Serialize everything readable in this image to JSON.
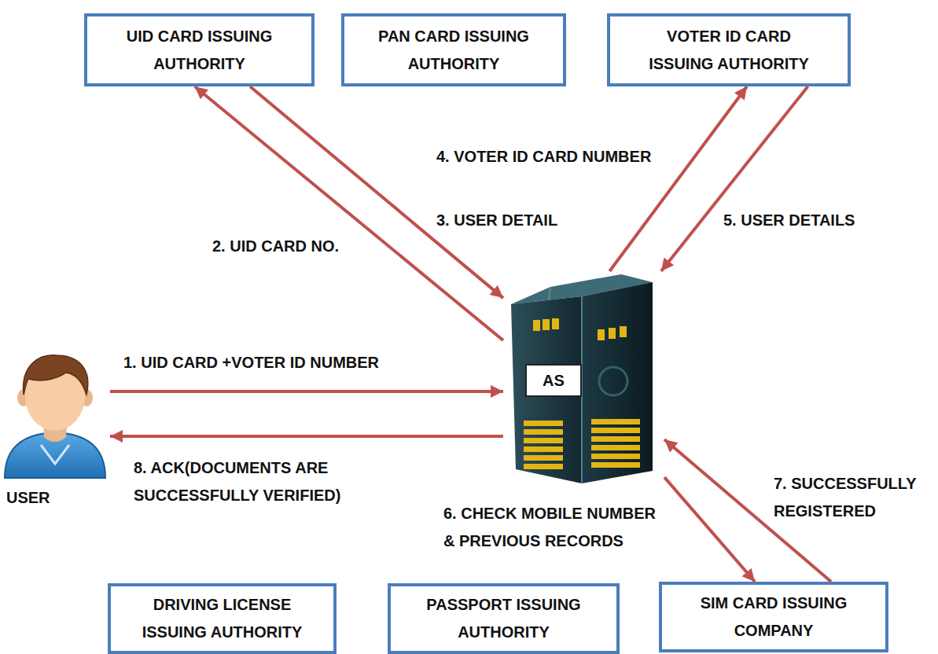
{
  "diagram": {
    "nodes": [
      {
        "text": [
          "UID CARD ISSUING AUTHORITY"
        ]
      },
      {
        "text": [
          "PAN CARD ISSUING AUTHORITY"
        ]
      },
      {
        "text": [
          "VOTER ID CARD ISSUING AUTHORITY"
        ]
      },
      {
        "text": [
          "USER"
        ]
      },
      {
        "text": [
          "AS"
        ]
      },
      {
        "text": [
          "DRIVING LICENSE ISSUING AUTHORITY"
        ]
      },
      {
        "text": [
          "PASSPORT ISSUING AUTHORITY"
        ]
      },
      {
        "text": [
          "SIM CARD ISSUING COMPANY"
        ]
      }
    ],
    "edges": [
      {
        "from": 3,
        "to": 4,
        "label": "1. UID CARD +VOTER ID NUMBER",
        "arrow": "to"
      },
      {
        "from": 4,
        "to": 0,
        "label": "2. UID CARD NO.",
        "arrow": "to"
      },
      {
        "from": 0,
        "to": 4,
        "label": "3. USER DETAIL",
        "arrow": "to"
      },
      {
        "from": 4,
        "to": 2,
        "label": "4. VOTER ID CARD NUMBER",
        "arrow": "to"
      },
      {
        "from": 2,
        "to": 4,
        "label": "5. USER DETAILS",
        "arrow": "to"
      },
      {
        "from": 4,
        "to": 7,
        "label": "6. CHECK MOBILE NUMBER & PREVIOUS RECORDS",
        "arrow": "to"
      },
      {
        "from": 7,
        "to": 4,
        "label": "7. SUCCESSFULLY REGISTERED",
        "arrow": "to"
      },
      {
        "from": 4,
        "to": 3,
        "label": "8. ACK(DOCUMENTS ARE SUCCESSFULLY VERIFIED)",
        "arrow": "to"
      }
    ]
  }
}
